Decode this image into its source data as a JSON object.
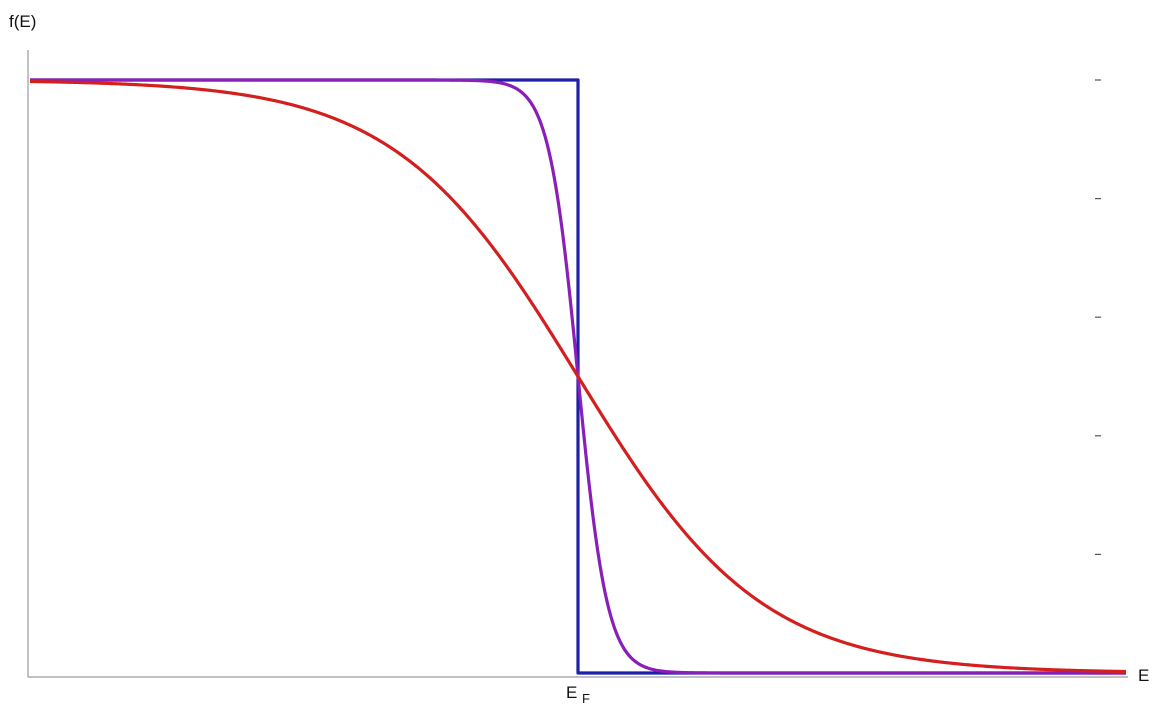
{
  "chart_data": {
    "type": "line",
    "title": "",
    "xlabel": "E",
    "ylabel": "f(E)",
    "x_tick_labels": [
      {
        "x": 0,
        "main": "E",
        "sub": "F"
      }
    ],
    "xlim": [
      -4.5,
      4.5
    ],
    "ylim": [
      0,
      1
    ],
    "y_minor_ticks": [
      0.2,
      0.4,
      0.6,
      0.8,
      1.0
    ],
    "grid": false,
    "legend": "none",
    "series": [
      {
        "kind": "step",
        "step_at": 0,
        "before": 1,
        "after": 0,
        "color": "#1f1fa8"
      },
      {
        "kind": "fermi_dirac",
        "mu": 0,
        "kT": 0.12,
        "color": "#8a1fb8"
      },
      {
        "kind": "fermi_dirac",
        "mu": 0,
        "kT": 0.75,
        "color": "#d41f1f"
      }
    ]
  }
}
